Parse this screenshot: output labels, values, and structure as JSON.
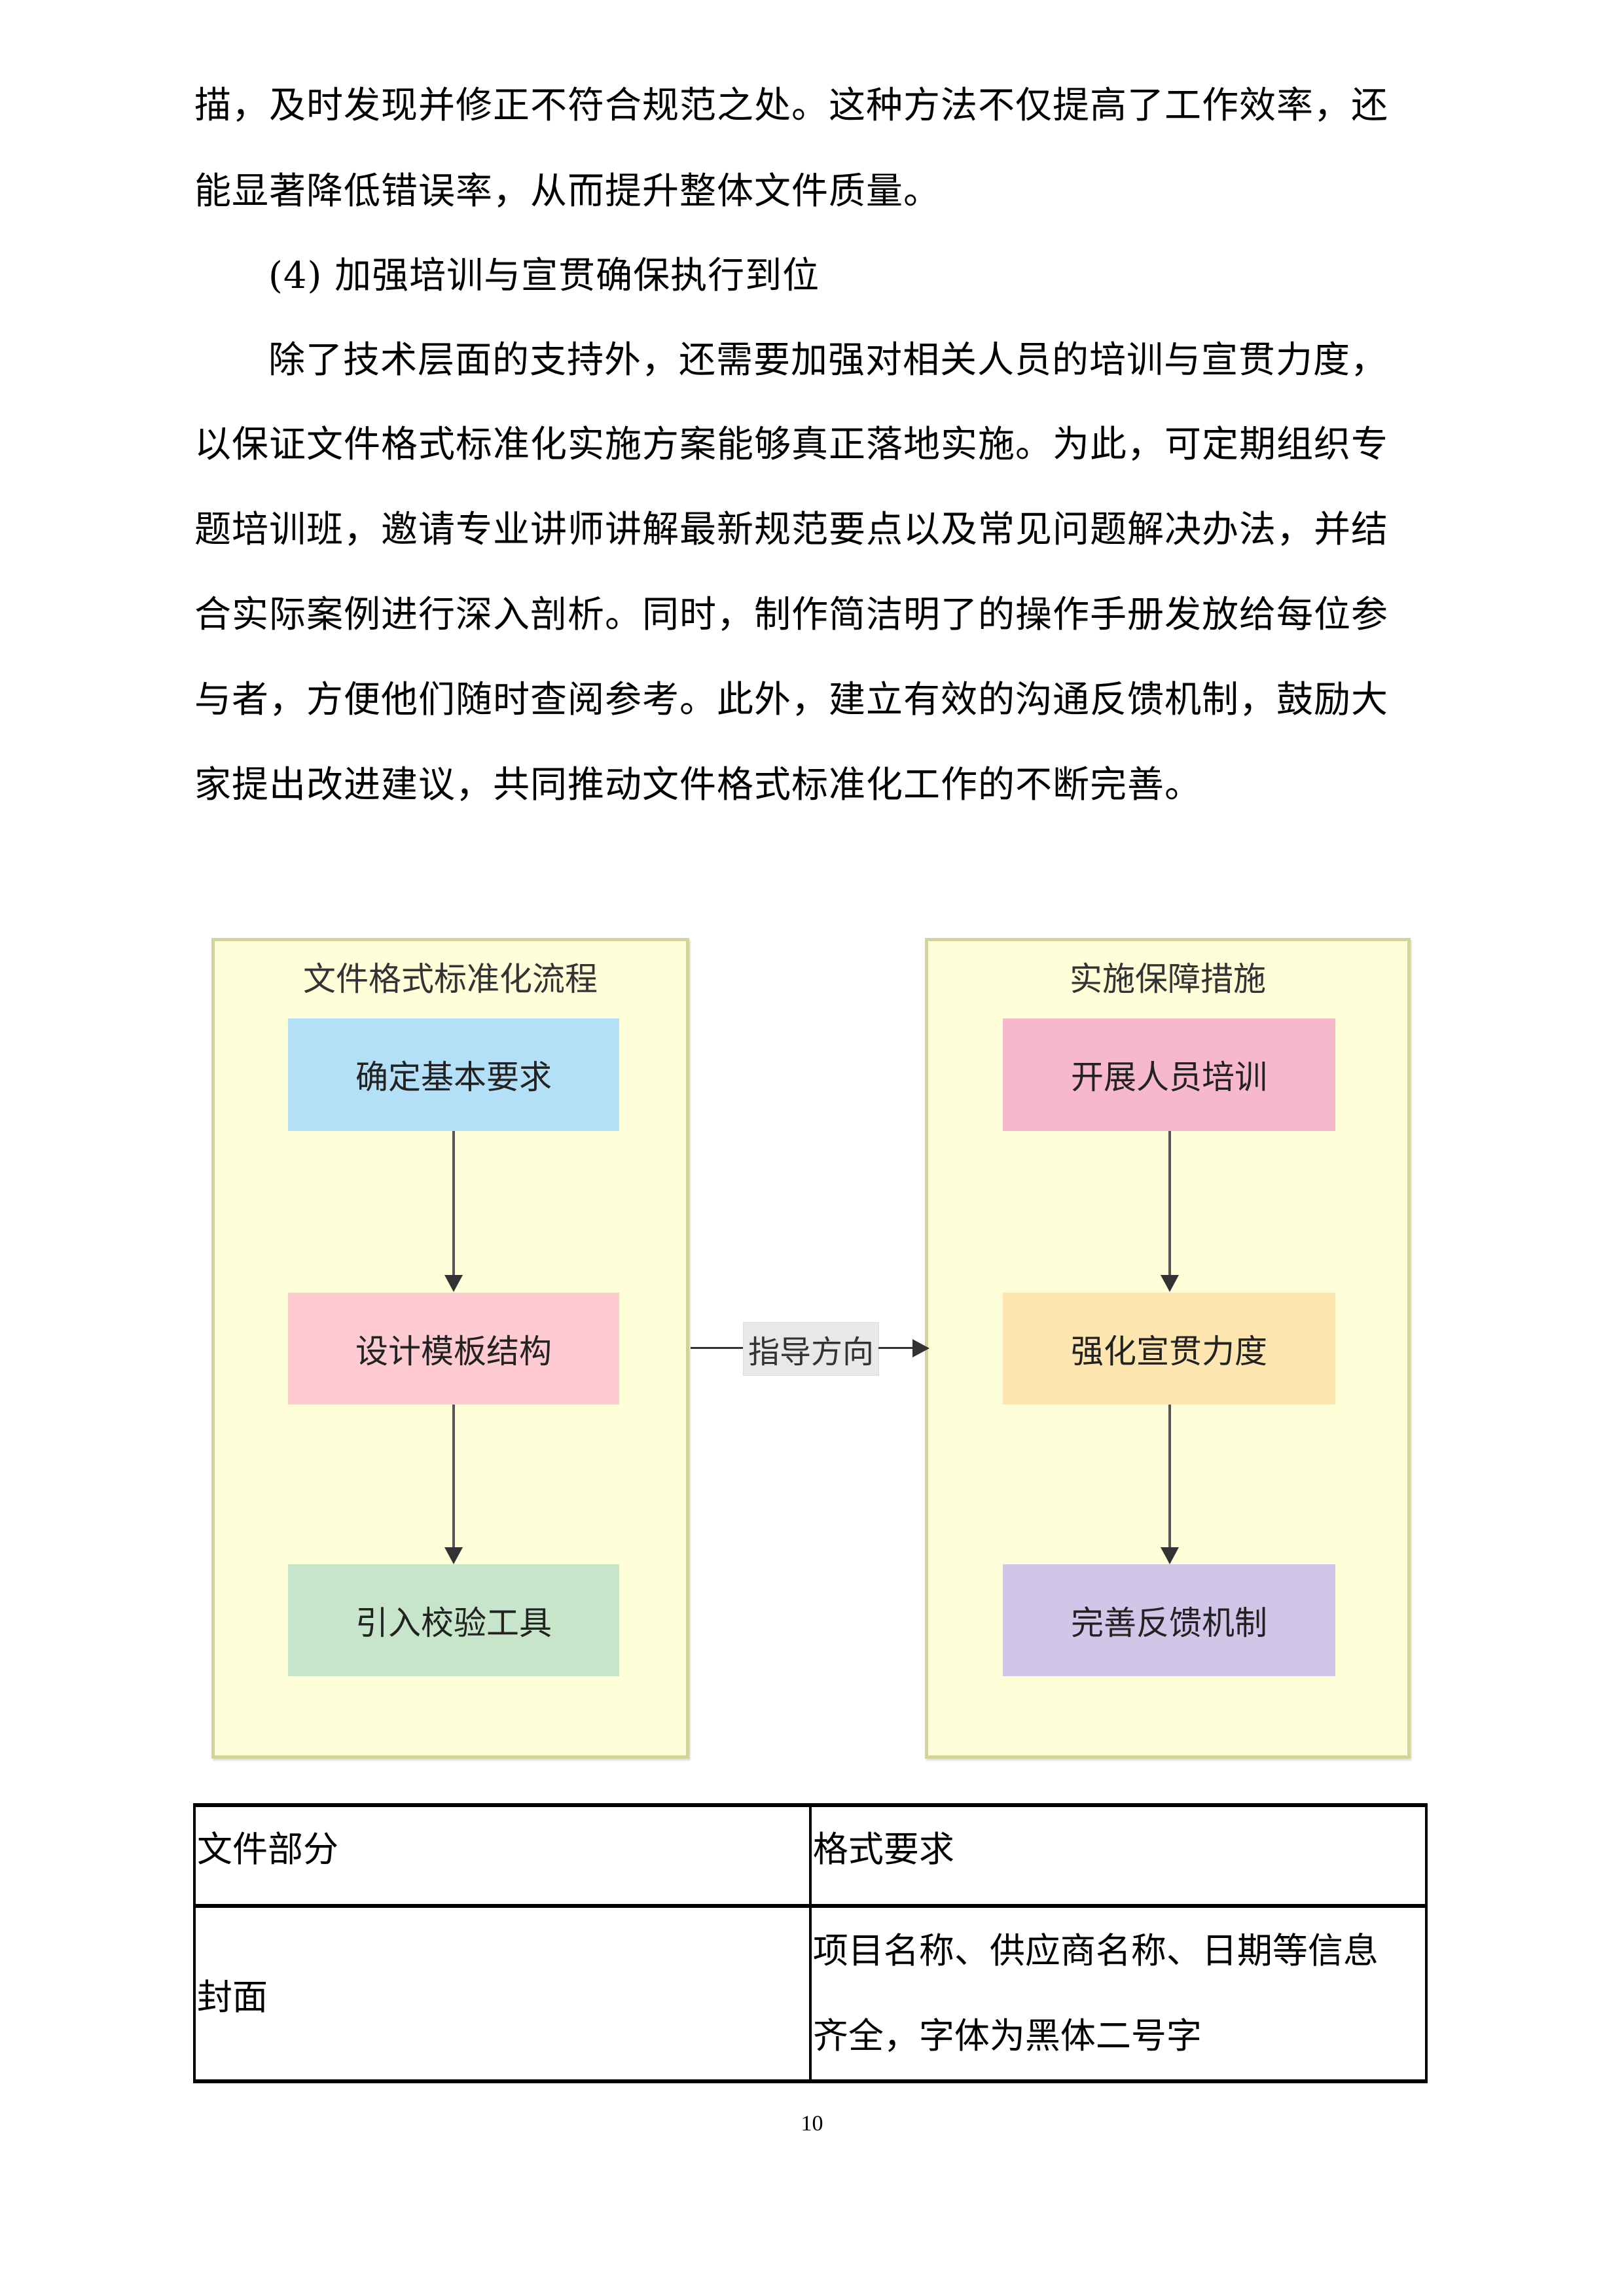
{
  "body_text": {
    "lines": [
      "描，及时发现并修正不符合规范之处。这种方法不仅提高了工作效率，还",
      "能显著降低错误率，从而提升整体文件质量。",
      "(4) 加强培训与宣贯确保执行到位",
      "除了技术层面的支持外，还需要加强对相关人员的培训与宣贯力度，",
      "以保证文件格式标准化实施方案能够真正落地实施。为此，可定期组织专",
      "题培训班，邀请专业讲师讲解最新规范要点以及常见问题解决办法，并结",
      "合实际案例进行深入剖析。同时，制作简洁明了的操作手册发放给每位参",
      "与者，方便他们随时查阅参考。此外，建立有效的沟通反馈机制，鼓励大",
      "家提出改进建议，共同推动文件格式标准化工作的不断完善。"
    ]
  },
  "diagram": {
    "left_panel": {
      "title": "文件格式标准化流程",
      "nodes": [
        {
          "label": "确定基本要求",
          "color": "#b3e0f7"
        },
        {
          "label": "设计模板结构",
          "color": "#fdcbd1"
        },
        {
          "label": "引入校验工具",
          "color": "#c6e5cb"
        }
      ]
    },
    "right_panel": {
      "title": "实施保障措施",
      "nodes": [
        {
          "label": "开展人员培训",
          "color": "#f7b8cd"
        },
        {
          "label": "强化宣贯力度",
          "color": "#fde6b0"
        },
        {
          "label": "完善反馈机制",
          "color": "#d1c5e8"
        }
      ]
    },
    "connector_label": "指导方向",
    "panel_background": "#fefed8",
    "panel_border": "#d2d49a"
  },
  "table": {
    "headers": [
      "文件部分",
      "格式要求"
    ],
    "rows": [
      {
        "part": "封面",
        "requirement_lines": [
          "项目名称、供应商名称、日期等信息",
          "齐全，字体为黑体二号字"
        ]
      }
    ]
  },
  "page_number": "10"
}
